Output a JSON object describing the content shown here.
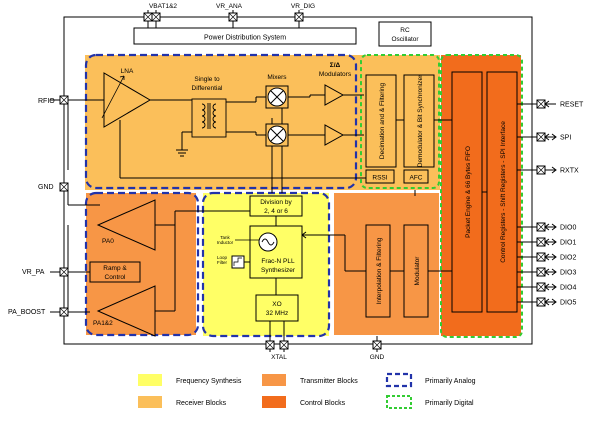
{
  "pins": {
    "vbat": "VBAT1&2",
    "vr_ana": "VR_ANA",
    "vr_dig": "VR_DIG",
    "rfio": "RFIO",
    "gnd_left": "GND",
    "vr_pa": "VR_PA",
    "pa_boost": "PA_BOOST",
    "xtal": "XTAL",
    "gnd_bottom": "GND",
    "reset": "RESET",
    "spi": "SPI",
    "rxtx": "RXTX",
    "dio0": "DIO0",
    "dio1": "DIO1",
    "dio2": "DIO2",
    "dio3": "DIO3",
    "dio4": "DIO4",
    "dio5": "DIO5"
  },
  "blocks": {
    "power_distribution": "Power Distribution System",
    "rc_osc_line1": "RC",
    "rc_osc_line2": "Oscillator",
    "lna": "LNA",
    "single_diff_line1": "Single to",
    "single_diff_line2": "Differential",
    "mixers": "Mixers",
    "sigma_delta": "Σ/Δ",
    "modulators": "Modulators",
    "decimation": "Decimation and & Filtering",
    "demodulator": "Demodulator & Bit Synchronizer",
    "rssi": "RSSI",
    "afc": "AFC",
    "division_line1": "Division by",
    "division_line2": "2, 4 or 6",
    "tank_line1": "Tank",
    "tank_line2": "Inductor",
    "loop_line1": "Loop",
    "loop_line2": "Filter",
    "pll_line1": "Frac-N PLL",
    "pll_line2": "Synthesizer",
    "xo_line1": "XO",
    "xo_line2": "32 MHz",
    "pa0": "PA0",
    "ramp_line1": "Ramp &",
    "ramp_line2": "Control",
    "pa12": "PA1&2",
    "interpolation": "Interpolation & Filtering",
    "modulator": "Modulator",
    "packet_engine": "Packet Engine & 66 Bytes FIFO",
    "control_registers": "Control Registers - Shift Registers - SPI Interface"
  },
  "legend": {
    "frequency_synthesis": "Frequency Synthesis",
    "receiver_blocks": "Receiver Blocks",
    "transmitter_blocks": "Transmitter Blocks",
    "control_blocks": "Control Blocks",
    "primarily_analog": "Primarily Analog",
    "primarily_digital": "Primarily Digital"
  },
  "colors": {
    "frequency_synthesis": "#ffff66",
    "receiver": "#fbbf5a",
    "transmitter": "#f79646",
    "control": "#f26c1c",
    "analog_border": "#2233aa",
    "digital_border": "#33cc33"
  }
}
